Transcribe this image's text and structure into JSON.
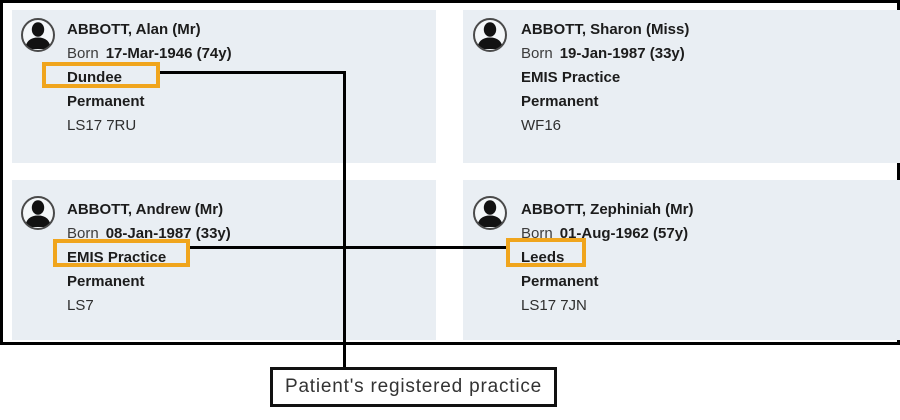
{
  "labels": {
    "born": "Born"
  },
  "patients": [
    {
      "name": "ABBOTT, Alan (Mr)",
      "born": "17-Mar-1946 (74y)",
      "practice": "Dundee",
      "practice_highlighted": true,
      "status": "Permanent",
      "postcode": "LS17 7RU"
    },
    {
      "name": "ABBOTT, Sharon (Miss)",
      "born": "19-Jan-1987 (33y)",
      "practice": "EMIS Practice",
      "practice_highlighted": false,
      "status": "Permanent",
      "postcode": "WF16"
    },
    {
      "name": "ABBOTT, Andrew (Mr)",
      "born": "08-Jan-1987 (33y)",
      "practice": "EMIS Practice",
      "practice_highlighted": true,
      "status": "Permanent",
      "postcode": "LS7"
    },
    {
      "name": "ABBOTT, Zephiniah (Mr)",
      "born": "01-Aug-1962 (57y)",
      "practice": "Leeds",
      "practice_highlighted": true,
      "status": "Permanent",
      "postcode": "LS17 7JN"
    }
  ],
  "annotation": {
    "label": "Patient's registered practice"
  },
  "colors": {
    "highlight_orange": "#f0a51d",
    "card_background": "#e9eef3",
    "connector_black": "#000000"
  }
}
